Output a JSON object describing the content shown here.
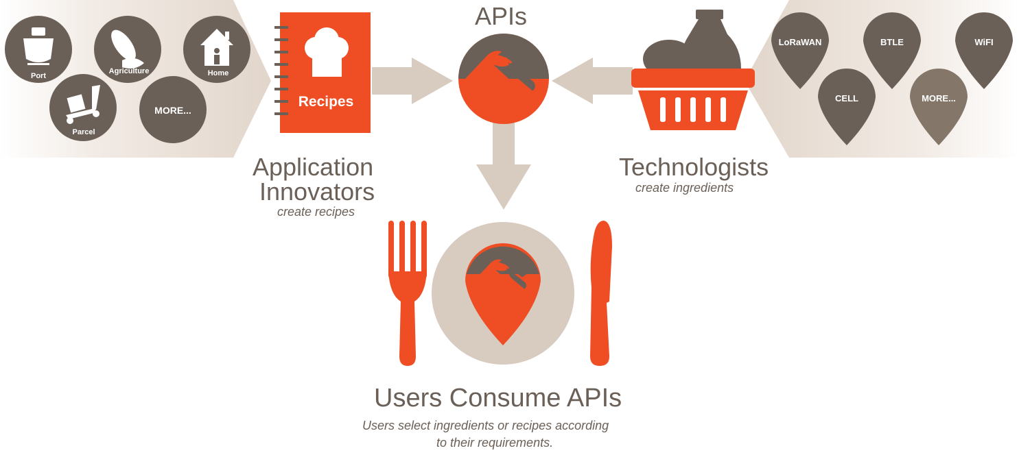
{
  "colors": {
    "primary": "#ef4d23",
    "dark": "#6b6057",
    "light": "#d8cbbf",
    "band": "#e6dbd1",
    "white": "#ffffff"
  },
  "center": {
    "title": "APIs",
    "icon": "handshake-icon"
  },
  "left": {
    "book_label": "Recipes",
    "book_icon": "chef-hat-icon",
    "heading_line1": "Application",
    "heading_line2": "Innovators",
    "subtitle": "create recipes",
    "items": [
      {
        "label": "Port",
        "icon": "ship-icon"
      },
      {
        "label": "Agriculture",
        "icon": "corn-icon"
      },
      {
        "label": "Home",
        "icon": "house-icon"
      },
      {
        "label": "Parcel",
        "icon": "hand-truck-icon"
      },
      {
        "label": "MORE...",
        "icon": ""
      }
    ]
  },
  "right": {
    "icon": "basket-icon",
    "heading": "Technologists",
    "subtitle": "create ingredients",
    "pins": [
      {
        "label": "LoRaWAN"
      },
      {
        "label": "BTLE"
      },
      {
        "label": "WiFI"
      },
      {
        "label": "CELL"
      },
      {
        "label": "MORE..."
      }
    ]
  },
  "bottom": {
    "heading": "Users Consume APIs",
    "subtitle_line1": "Users select ingredients or recipes according",
    "subtitle_line2": "to their requirements.",
    "icons": [
      "fork-icon",
      "plate-icon",
      "knife-icon"
    ]
  }
}
